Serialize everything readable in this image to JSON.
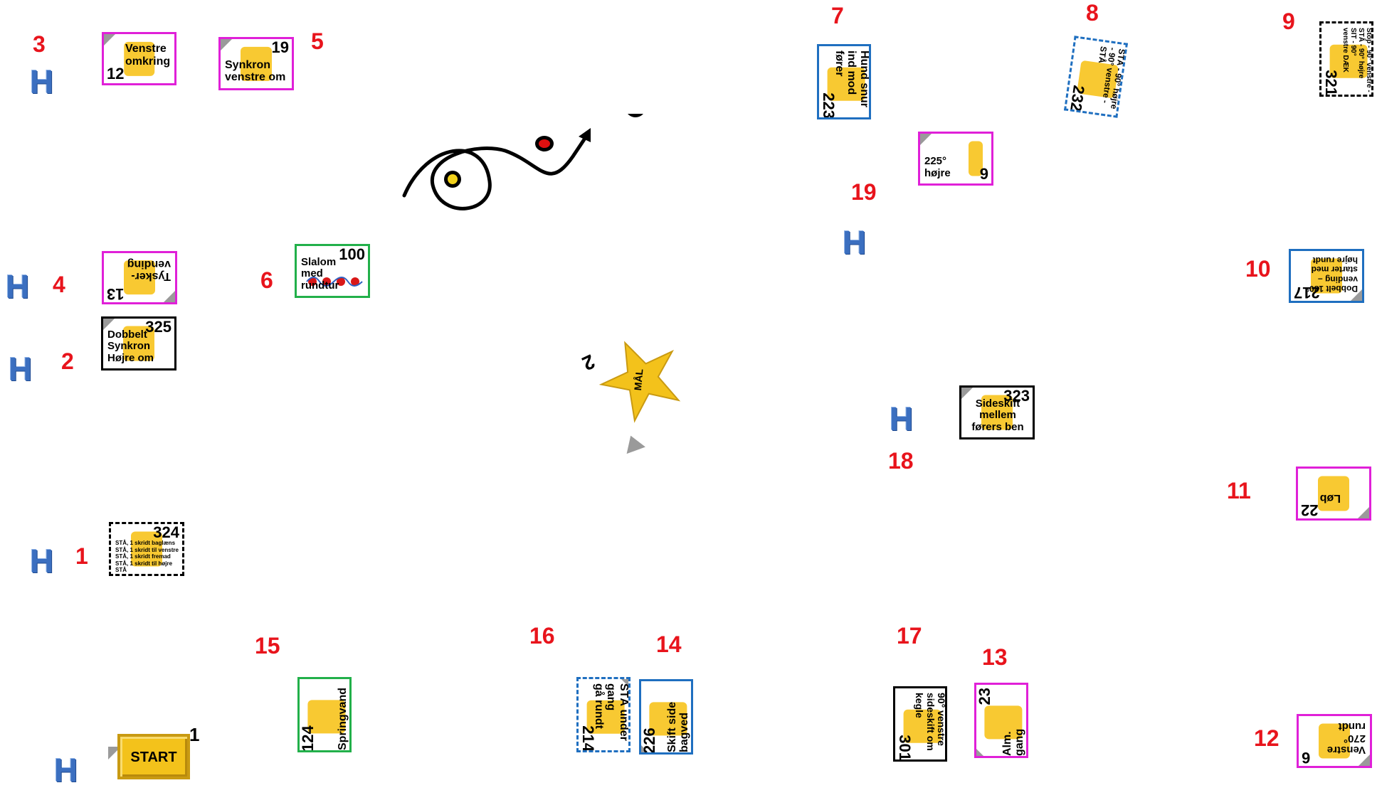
{
  "station_numbers": [
    "1",
    "2",
    "3",
    "4",
    "5",
    "6",
    "7",
    "8",
    "9",
    "10",
    "11",
    "12",
    "13",
    "14",
    "15",
    "16",
    "17",
    "18",
    "19"
  ],
  "h_marker": "H",
  "signs": {
    "s324": {
      "code": "324",
      "label": "STÅ, 1 skridt baglæns\nSTÅ, 1 skridt til venstre\nSTÅ, 1 skridt fremad\nSTÅ, 1 skridt til højre\nSTÅ"
    },
    "s325": {
      "code": "325",
      "label": "Dobbelt\nSynkron\nHøjre om"
    },
    "s12": {
      "code": "12",
      "label": "Venstre\nomkring"
    },
    "s13": {
      "code": "13",
      "label": "Tysker-\nvending"
    },
    "s19": {
      "code": "19",
      "label": "Synkron\nvenstre om"
    },
    "s100": {
      "code": "100",
      "label": "Slalom\nmed\nrundtur"
    },
    "s223": {
      "code": "223",
      "label": "Hund snur\nind mod\nfører"
    },
    "s232": {
      "code": "232",
      "label": "STÅ - 90° højre\n- 90° venstre -\nSTÅ"
    },
    "s321": {
      "code": "321",
      "label": "Stop - 90° venstre -\nSTÅ - 90° højre\nSIT - 90°\nvenstre DÆK"
    },
    "s9": {
      "code": "9",
      "label": "225°\nhøjre"
    },
    "s217": {
      "code": "217",
      "label": "Dobbelt 180°\nvending –\nstarter med\nhøjre rundt"
    },
    "s323": {
      "code": "323",
      "label": "Sideskift\nmellem\nførers ben"
    },
    "s22": {
      "code": "22",
      "label": "Løb"
    },
    "s6": {
      "code": "6",
      "label": "Venstre\n270°\nrundt"
    },
    "s23": {
      "code": "23",
      "label": "Alm.\ngang"
    },
    "s301": {
      "code": "301",
      "label": "90° venstre\nsideskift om\nkegle"
    },
    "s226": {
      "code": "226",
      "label": "Skift side\nbagved"
    },
    "s214": {
      "code": "214",
      "label": "STÅ under\ngang\ngå rundt"
    },
    "s124": {
      "code": "124",
      "label": "Springvand"
    }
  },
  "start": {
    "label": "START",
    "code": "1"
  },
  "goal": {
    "label": "MÅL",
    "code": "2"
  },
  "colors": {
    "station_number": "#e8141c",
    "h_marker": "#3b6fc0",
    "magenta": "#e020d8",
    "green": "#22b04a",
    "blue": "#1f6fc0",
    "sign_art": "#f7c31c"
  }
}
